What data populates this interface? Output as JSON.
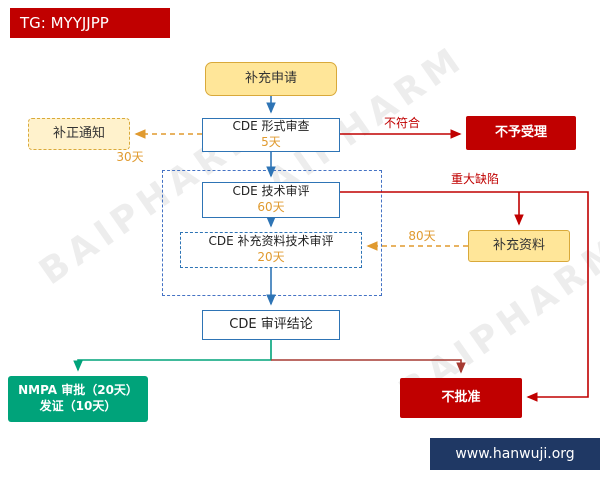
{
  "banner": {
    "tag": "TG: MYYJJPP"
  },
  "watermark": {
    "text": "BAIPHARM"
  },
  "footer": {
    "url": "www.hanwuji.org"
  },
  "colors": {
    "red": "#c00000",
    "teal": "#00a37a",
    "blue": "#2e74b5",
    "orange": "#e09a2f",
    "yellow_bg": "#ffe699",
    "navy": "#1f3864"
  },
  "nodes": {
    "apply": {
      "label": "补充申请"
    },
    "formal_review": {
      "title": "CDE 形式审查",
      "days": "5天"
    },
    "correction_notice": {
      "label": "补正通知"
    },
    "not_accepted": {
      "label": "不予受理"
    },
    "tech_review": {
      "title": "CDE 技术审评",
      "days": "60天"
    },
    "supp_tech_review": {
      "title": "CDE 补充资料技术审评",
      "days": "20天"
    },
    "supp_materials": {
      "label": "补充资料"
    },
    "conclusion": {
      "label": "CDE 审评结论"
    },
    "approval": {
      "line1": "NMPA 审批（20天）",
      "line2": "发证（10天）"
    },
    "not_approved": {
      "label": "不批准"
    }
  },
  "edge_labels": {
    "not_conform": "不符合",
    "days_30": "30天",
    "major_defect": "重大缺陷",
    "days_80": "80天"
  }
}
